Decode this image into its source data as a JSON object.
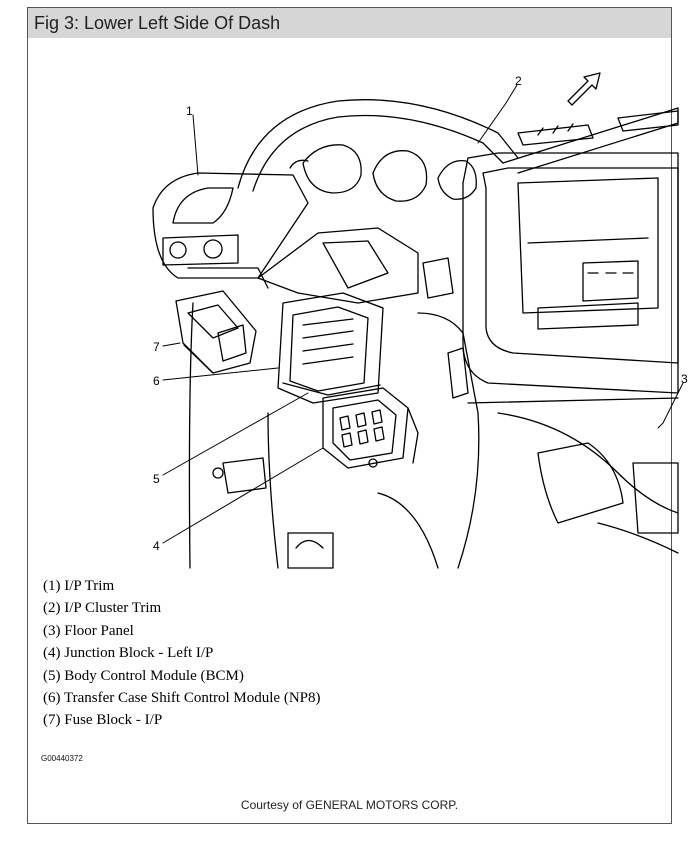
{
  "figure": {
    "title": "Fig 3: Lower Left Side Of Dash",
    "code": "G00440372",
    "courtesy": "Courtesy of GENERAL MOTORS CORP."
  },
  "callouts": [
    "1",
    "2",
    "3",
    "4",
    "5",
    "6",
    "7"
  ],
  "legend": [
    "(1) I/P Trim",
    "(2) I/P Cluster Trim",
    "(3) Floor Panel",
    "(4) Junction Block - Left I/P",
    "(5) Body Control Module (BCM)",
    "(6) Transfer Case Shift Control Module (NP8)",
    "(7) Fuse Block - I/P"
  ],
  "colors": {
    "title_bar": "#d6d6d6",
    "line_art": "#000000",
    "frame_border": "#555555"
  }
}
